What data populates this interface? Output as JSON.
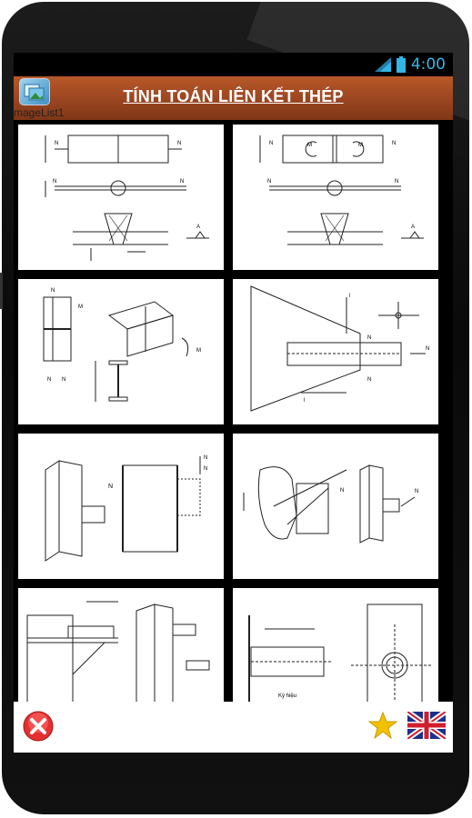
{
  "status": {
    "time": "4:00"
  },
  "app": {
    "icon_label": "mageList1",
    "title": "TÍNH TOÁN LIÊN KẾT THÉP"
  },
  "tiles": [
    {
      "labels": [
        "N",
        "N",
        "N",
        "N",
        "A"
      ]
    },
    {
      "labels": [
        "N",
        "M",
        "M",
        "N",
        "N",
        "N",
        "A"
      ]
    },
    {
      "labels": [
        "N",
        "M",
        "M",
        "N",
        "N"
      ]
    },
    {
      "labels": [
        "l",
        "l",
        "N",
        "N",
        "N"
      ]
    },
    {
      "labels": [
        "N",
        "N",
        "N"
      ]
    },
    {
      "labels": [
        "N",
        "N"
      ]
    },
    {
      "labels": []
    },
    {
      "labels": [
        "Ký hiệu"
      ]
    }
  ],
  "bottom": {
    "close_icon": "close-icon",
    "favorite_icon": "star-icon",
    "language_icon": "uk-flag-icon"
  },
  "colors": {
    "titlebar": "#9a4521",
    "status_accent": "#33b5e5",
    "close": "#e53030",
    "star": "#f2c200"
  }
}
